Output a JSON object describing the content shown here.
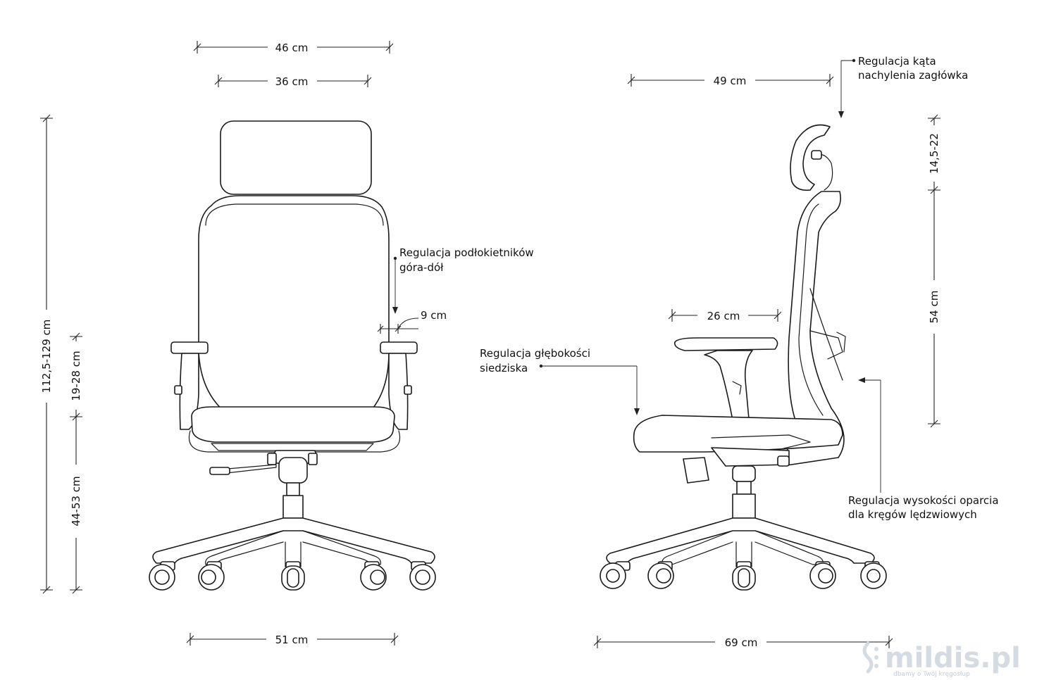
{
  "dimensions": {
    "headrest_outer_width": "46 cm",
    "headrest_inner_width": "36 cm",
    "total_height": "112,5-129 cm",
    "armrest_height": "19-28 cm",
    "seat_height": "44-53 cm",
    "armrest_width": "9 cm",
    "base_width": "51 cm",
    "seat_depth": "49 cm",
    "armrest_length": "26 cm",
    "headrest_adjust": "14,5-22",
    "backrest_height": "54 cm",
    "base_depth": "69 cm"
  },
  "annotations": {
    "armrest_adjust_line1": "Regulacja podłokietników",
    "armrest_adjust_line2": "góra-dół",
    "seat_depth_line1": "Regulacja głębokości",
    "seat_depth_line2": "siedziska",
    "headrest_angle_line1": "Regulacja kąta",
    "headrest_angle_line2": "nachylenia zagłówka",
    "lumbar_line1": "Regulacja wysokości oparcia",
    "lumbar_line2": "dla kręgów lędzwiowych"
  },
  "logo": {
    "name": "mildis.pl",
    "tagline": "dbamy o Twój kręgosłup"
  }
}
